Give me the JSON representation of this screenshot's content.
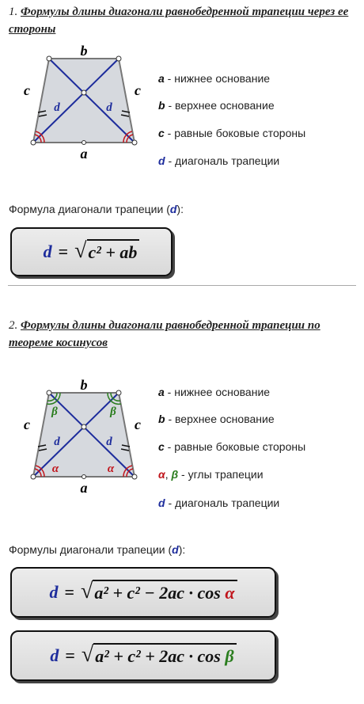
{
  "section1": {
    "number": "1.",
    "title": "Формулы длины диагонали равнобедренной трапеции через ее стороны",
    "diagram": {
      "top": "b",
      "bottom": "a",
      "left": "c",
      "right": "c",
      "diag_left": "d",
      "diag_right": "d"
    },
    "legend": [
      {
        "sym": "a",
        "text": " - нижнее основание"
      },
      {
        "sym": "b",
        "text": " - верхнее основание"
      },
      {
        "sym": "c",
        "text": " - равные боковые стороны"
      },
      {
        "sym": "d",
        "text": " - диагональ трапеции"
      }
    ],
    "caption_pre": "Формула диагонали трапеции (",
    "caption_sym": "d",
    "caption_post": "):",
    "formula": {
      "lhs": "d",
      "eq": "=",
      "radicand": "c² + ab"
    }
  },
  "section2": {
    "number": "2.",
    "title": "Формулы длины диагонали равнобедренной трапеции по теореме косинусов",
    "diagram": {
      "top": "b",
      "bottom": "a",
      "left": "c",
      "right": "c",
      "diag_left": "d",
      "diag_right": "d",
      "angle_bottom": "α",
      "angle_top": "β"
    },
    "legend": [
      {
        "sym": "a",
        "text": " - нижнее основание"
      },
      {
        "sym": "b",
        "text": " - верхнее основание"
      },
      {
        "sym": "c",
        "text": " - равные боковые стороны"
      },
      {
        "sym_alpha": "α",
        "sym_sep": ", ",
        "sym_beta": "β",
        "text": " - углы трапеции"
      },
      {
        "sym": "d",
        "text": " - диагональ трапеции"
      }
    ],
    "caption_pre": "Формулы диагонали трапеции (",
    "caption_sym": "d",
    "caption_post": "):",
    "formula1": {
      "lhs": "d",
      "eq": "=",
      "radicand": "a² + c² − 2ac · ",
      "fn": "cos ",
      "angle": "α"
    },
    "formula2": {
      "lhs": "d",
      "eq": "=",
      "radicand": "a² + c² + 2ac · ",
      "fn": "cos ",
      "angle": "β"
    }
  },
  "colors": {
    "diagonal": "#1d2c9c",
    "alpha": "#c0141b",
    "beta": "#2a7d1e",
    "fill": "#d6d9de"
  }
}
